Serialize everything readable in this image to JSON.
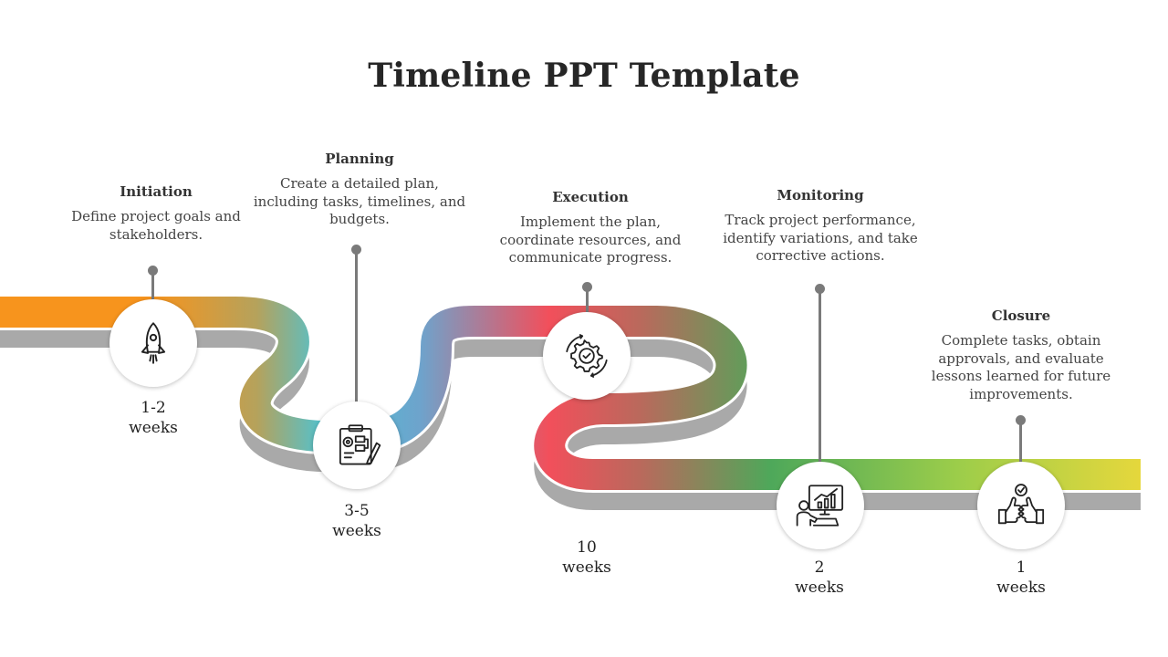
{
  "slide": {
    "title": "Timeline PPT Template"
  },
  "stages": [
    {
      "id": "initiation",
      "title": "Initiation",
      "description": "Define project goals and stakeholders.",
      "duration_value": "1-2",
      "duration_unit": "weeks",
      "icon": "rocket-icon"
    },
    {
      "id": "planning",
      "title": "Planning",
      "description": "Create a detailed plan, including tasks, timelines, and budgets.",
      "duration_value": "3-5",
      "duration_unit": "weeks",
      "icon": "planning-board-icon"
    },
    {
      "id": "execution",
      "title": "Execution",
      "description": "Implement the plan, coordinate resources, and communicate progress.",
      "duration_value": "10",
      "duration_unit": "weeks",
      "icon": "gear-cycle-icon"
    },
    {
      "id": "monitoring",
      "title": "Monitoring",
      "description": "Track project performance, identify variations, and take corrective actions.",
      "duration_value": "2",
      "duration_unit": "weeks",
      "icon": "analytics-screen-icon"
    },
    {
      "id": "closure",
      "title": "Closure",
      "description": "Complete tasks, obtain approvals, and evaluate lessons learned for future improvements.",
      "duration_value": "1",
      "duration_unit": "weeks",
      "icon": "thumbs-up-icon"
    }
  ],
  "colors": {
    "road_gradient": [
      "#f7941d",
      "#9aa85a",
      "#4bc4d6",
      "#7aa0c8",
      "#f24f5b",
      "#4ea85a",
      "#9ccd4a",
      "#f0d93a"
    ],
    "road_side": "#a9a9a9",
    "connector": "#7a7a7a"
  }
}
